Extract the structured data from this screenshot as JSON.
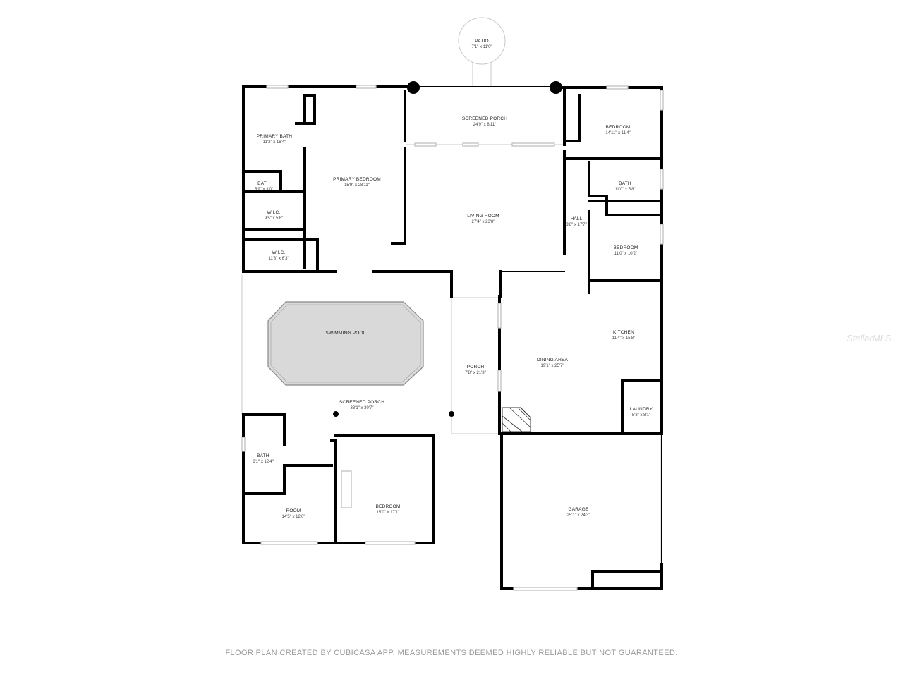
{
  "footer": "FLOOR PLAN CREATED BY CUBICASA APP. MEASUREMENTS DEEMED HIGHLY RELIABLE BUT NOT GUARANTEED.",
  "watermark": "StellarMLS",
  "rooms": {
    "patio": {
      "name": "PATIO",
      "dim": "7'1\" x 11'0\""
    },
    "screened_porch_top": {
      "name": "SCREENED PORCH",
      "dim": "24'9\" x 8'11\""
    },
    "primary_bath": {
      "name": "PRIMARY BATH",
      "dim": "11'2\" x 16'4\""
    },
    "primary_bedroom": {
      "name": "PRIMARY BEDROOM",
      "dim": "15'9\" x 28'11\""
    },
    "bath_small": {
      "name": "BATH",
      "dim": "5'9\" x 3'0\""
    },
    "wic_1": {
      "name": "W.I.C.",
      "dim": "9'5\" x 5'8\""
    },
    "wic_2": {
      "name": "W.I.C.",
      "dim": "11'8\" x 6'3\""
    },
    "living_room": {
      "name": "LIVING ROOM",
      "dim": "27'4\" x 23'8\""
    },
    "bedroom_ne": {
      "name": "BEDROOM",
      "dim": "14'11\" x 11'4\""
    },
    "bath_e": {
      "name": "BATH",
      "dim": "11'0\" x 5'8\""
    },
    "hall": {
      "name": "HALL",
      "dim": "3'8\" x 17'7\""
    },
    "bedroom_e": {
      "name": "BEDROOM",
      "dim": "11'0\" x 10'2\""
    },
    "kitchen": {
      "name": "KITCHEN",
      "dim": "11'4\" x 15'8\""
    },
    "swimming_pool": {
      "name": "SWIMMING POOL"
    },
    "porch": {
      "name": "PORCH",
      "dim": "7'8\" x 21'3\""
    },
    "dining_area": {
      "name": "DINING AREA",
      "dim": "19'1\" x 25'7\""
    },
    "screened_porch_pool": {
      "name": "SCREENED PORCH",
      "dim": "33'1\" x 30'7\""
    },
    "laundry": {
      "name": "LAUNDRY",
      "dim": "5'8\" x 8'1\""
    },
    "bath_sw": {
      "name": "BATH",
      "dim": "6'1\" x 12'4\""
    },
    "room": {
      "name": "ROOM",
      "dim": "14'5\" x 12'0\""
    },
    "bedroom_s": {
      "name": "BEDROOM",
      "dim": "15'0\" x 17'1\""
    },
    "garage": {
      "name": "GARAGE",
      "dim": "25'1\" x 24'3\""
    }
  }
}
